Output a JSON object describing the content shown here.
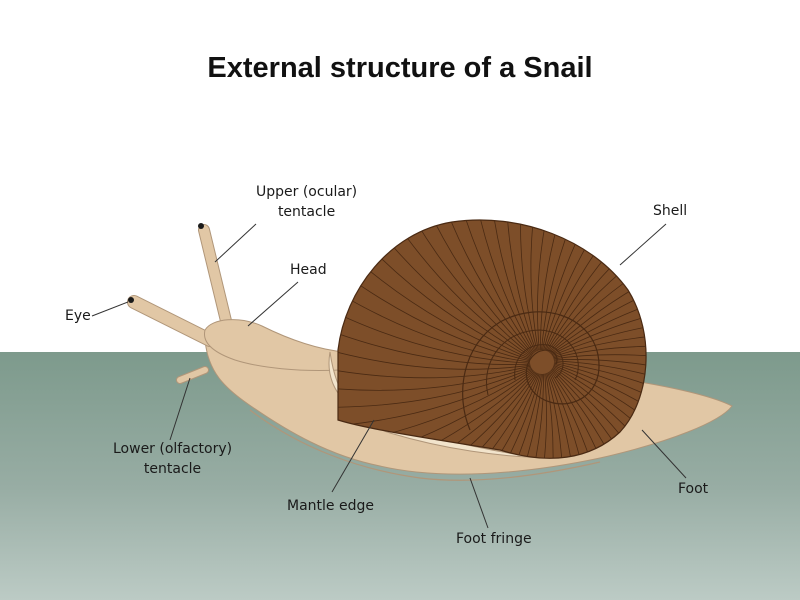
{
  "title": "External structure of a Snail",
  "labels": {
    "upper_tentacle": [
      "Upper (ocular)",
      "tentacle"
    ],
    "head": "Head",
    "eye": "Eye",
    "shell": "Shell",
    "lower_tentacle": [
      "Lower (olfactory)",
      "tentacle"
    ],
    "mantle_edge": "Mantle edge",
    "foot": "Foot",
    "foot_fringe": "Foot fringe"
  },
  "colors": {
    "body": "#e1c7a5",
    "body_outline": "#b09679",
    "shell": "#7d4e29",
    "shell_lines": "#4a2a13",
    "mantle": "#f2e4cc",
    "ground_top": "#7d9a8c",
    "ground_bottom": "#bccbc5",
    "leader_lines": "#333333"
  }
}
